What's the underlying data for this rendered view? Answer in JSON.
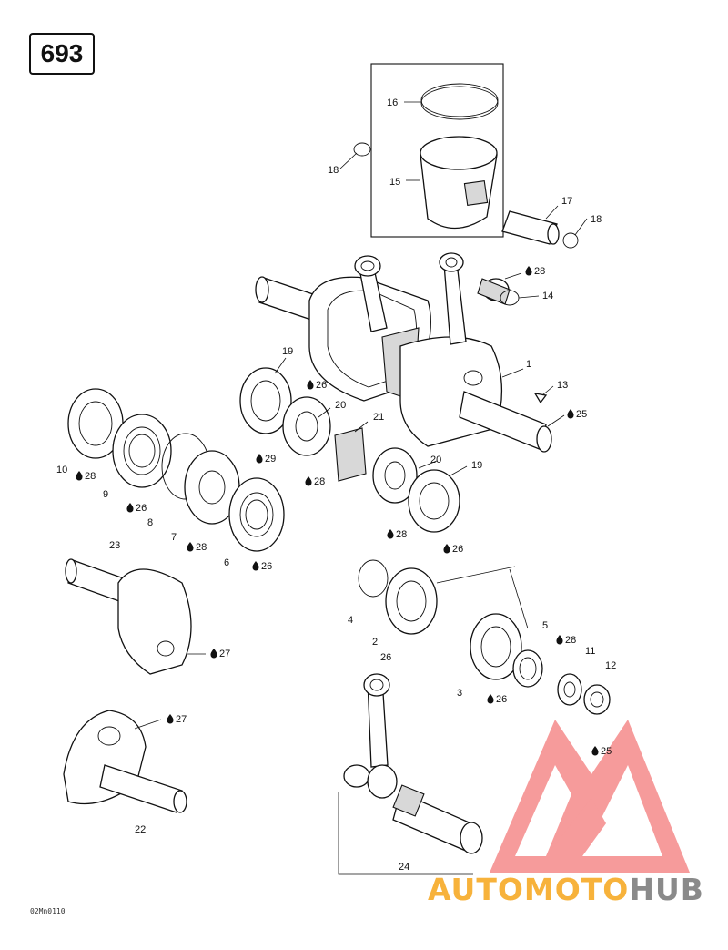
{
  "page_number": "693",
  "drawing_code": "02Mn0110",
  "callouts": [
    {
      "id": "c16",
      "num": "16",
      "lube": ""
    },
    {
      "id": "c18a",
      "num": "18",
      "lube": ""
    },
    {
      "id": "c15",
      "num": "15",
      "lube": ""
    },
    {
      "id": "c17",
      "num": "17",
      "lube": ""
    },
    {
      "id": "c18b",
      "num": "18",
      "lube": ""
    },
    {
      "id": "c28a",
      "num": "",
      "lube": "28"
    },
    {
      "id": "c14",
      "num": "14",
      "lube": ""
    },
    {
      "id": "c1",
      "num": "1",
      "lube": ""
    },
    {
      "id": "c13",
      "num": "13",
      "lube": ""
    },
    {
      "id": "c25a",
      "num": "",
      "lube": "25"
    },
    {
      "id": "c19a",
      "num": "19",
      "lube": ""
    },
    {
      "id": "c26a",
      "num": "",
      "lube": "26"
    },
    {
      "id": "c20a",
      "num": "20",
      "lube": ""
    },
    {
      "id": "c21",
      "num": "21",
      "lube": ""
    },
    {
      "id": "c28b",
      "num": "",
      "lube": "28"
    },
    {
      "id": "c10",
      "num": "10",
      "lube": ""
    },
    {
      "id": "c28c",
      "num": "",
      "lube": "28"
    },
    {
      "id": "c9",
      "num": "9",
      "lube": ""
    },
    {
      "id": "c26b",
      "num": "",
      "lube": "26"
    },
    {
      "id": "c8",
      "num": "8",
      "lube": ""
    },
    {
      "id": "c29",
      "num": "",
      "lube": "29"
    },
    {
      "id": "c7",
      "num": "7",
      "lube": ""
    },
    {
      "id": "c28d",
      "num": "",
      "lube": "28"
    },
    {
      "id": "c6",
      "num": "6",
      "lube": ""
    },
    {
      "id": "c26c",
      "num": "",
      "lube": "26"
    },
    {
      "id": "c20b",
      "num": "20",
      "lube": ""
    },
    {
      "id": "c19b",
      "num": "19",
      "lube": ""
    },
    {
      "id": "c28e",
      "num": "",
      "lube": "28"
    },
    {
      "id": "c26d",
      "num": "",
      "lube": "26"
    },
    {
      "id": "c23",
      "num": "23",
      "lube": ""
    },
    {
      "id": "c27a",
      "num": "",
      "lube": "27"
    },
    {
      "id": "c27b",
      "num": "",
      "lube": "27"
    },
    {
      "id": "c4",
      "num": "4",
      "lube": ""
    },
    {
      "id": "c2",
      "num": "2",
      "lube": ""
    },
    {
      "id": "c26e",
      "num": "26",
      "lube": ""
    },
    {
      "id": "c5",
      "num": "5",
      "lube": ""
    },
    {
      "id": "c28f",
      "num": "",
      "lube": "28"
    },
    {
      "id": "c11",
      "num": "11",
      "lube": ""
    },
    {
      "id": "c12",
      "num": "12",
      "lube": ""
    },
    {
      "id": "c3",
      "num": "3",
      "lube": ""
    },
    {
      "id": "c26f",
      "num": "",
      "lube": "26"
    },
    {
      "id": "c25b",
      "num": "",
      "lube": "25"
    },
    {
      "id": "c27c",
      "num": "",
      "lube": "27"
    },
    {
      "id": "c22",
      "num": "22",
      "lube": ""
    },
    {
      "id": "c24",
      "num": "24",
      "lube": ""
    }
  ],
  "watermark": {
    "part1": "AUTOMOTO",
    "part2": "HUB",
    "color1": "#f7b23b",
    "color2": "#8a8a8a",
    "logo_color": "#f04a4a"
  }
}
